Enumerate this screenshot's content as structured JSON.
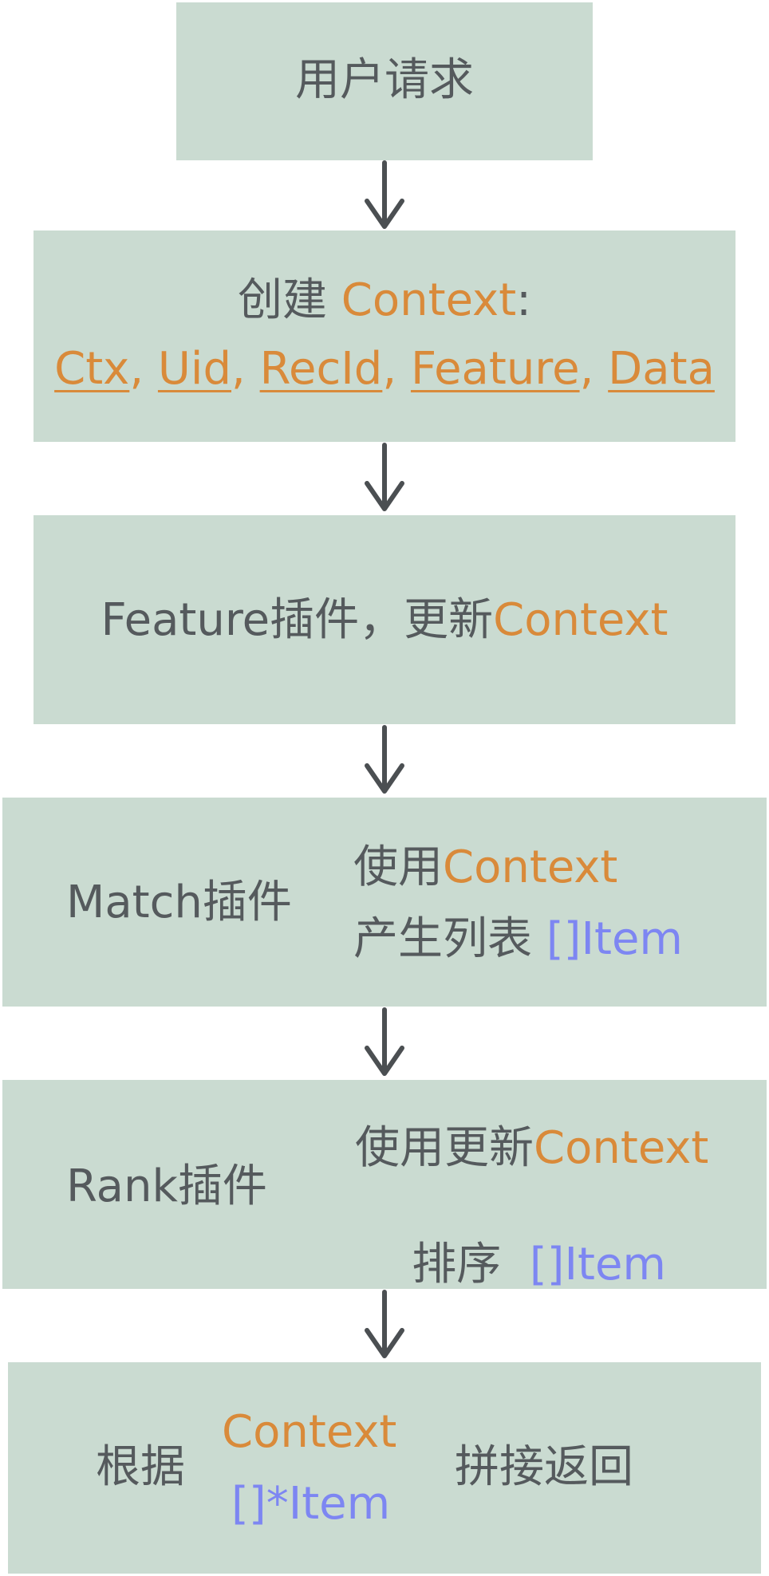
{
  "nodes": {
    "request": {
      "label": "用户请求"
    },
    "create_context": {
      "prefix": "创建 ",
      "context": "Context",
      "colon": ":",
      "fields": [
        "Ctx",
        "Uid",
        "RecId",
        "Feature",
        "Data"
      ],
      "separator": ", "
    },
    "feature": {
      "label": "Feature插件，更新",
      "context": "Context"
    },
    "match": {
      "label": "Match插件",
      "line1_prefix": "使用",
      "line1_context": "Context",
      "line2_prefix": "产生列表 ",
      "line2_item": "[]Item"
    },
    "rank": {
      "label": "Rank插件",
      "line1_prefix": "使用更新",
      "line1_context": "Context",
      "line2_prefix": "排序  ",
      "line2_item": "[]Item"
    },
    "assemble": {
      "left": "根据",
      "context": "Context",
      "item": "[]*Item",
      "right": "拼接返回"
    }
  },
  "colors": {
    "box_fill": "#cadbd1",
    "text": "#555a5d",
    "context": "#d98a3a",
    "item": "#7d86f2",
    "arrow": "#4b4f52"
  }
}
